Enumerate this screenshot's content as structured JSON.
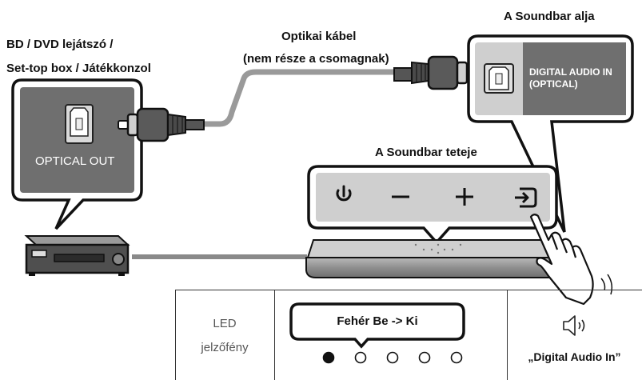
{
  "source_device": {
    "label_line1": "BD / DVD lejátszó /",
    "label_line2": "Set-top box / Játékkonzol",
    "port_label": "OPTICAL OUT"
  },
  "cable": {
    "label_line1": "Optikai kábel",
    "label_line2": "(nem része a csomagnak)"
  },
  "soundbar_bottom": {
    "title": "A Soundbar alja",
    "port_label_line1": "DIGITAL AUDIO IN",
    "port_label_line2": "(OPTICAL)"
  },
  "soundbar_top": {
    "title": "A Soundbar teteje",
    "buttons": [
      "power-icon",
      "minus-icon",
      "plus-icon",
      "input-source-icon"
    ]
  },
  "led_table": {
    "col1_line1": "LED",
    "col1_line2": "jelzőfény",
    "led_state": "Fehér Be -> Ki",
    "led_count": 5,
    "led_active_index": 0,
    "voice_prompt": "„Digital Audio In”",
    "speaker_icon": "speaker-icon"
  },
  "colors": {
    "panel_gray": "#d6d6d6",
    "dark_gray": "#6b6b6b",
    "outline": "#111111"
  }
}
